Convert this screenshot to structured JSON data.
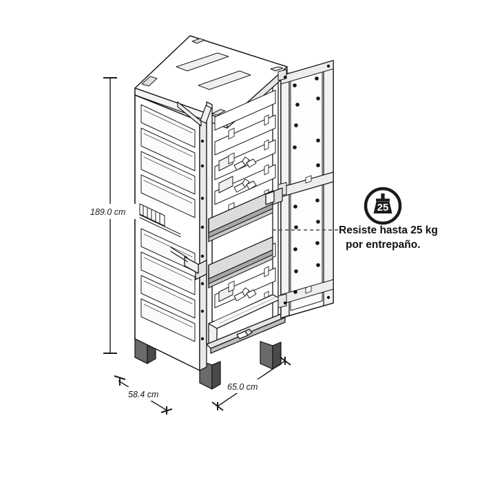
{
  "page": {
    "background_color": "#ffffff",
    "title": "Gabinete organizador - diagrama de dimensiones"
  },
  "product": {
    "type": "tall-storage-cabinet",
    "view": "isometric-exploded-open-doors",
    "line_color": "#1a1a1a",
    "shelf_fill_color": "#dcdcdc",
    "body_fill_color": "#ffffff",
    "foot_fill_color": "#5a5a5a"
  },
  "dimensions": {
    "height": {
      "label": "189.0 cm",
      "orientation": "vertical",
      "position": "left"
    },
    "depth": {
      "label": "58.4 cm",
      "orientation": "diagonal-left",
      "position": "bottom-left"
    },
    "width": {
      "label": "65.0 cm",
      "orientation": "diagonal-right",
      "position": "bottom-right"
    }
  },
  "callout": {
    "badge": {
      "icon_name": "weight-25kg-icon",
      "value": "25",
      "ring_color": "#1a1a1a",
      "fill_color": "#1a1a1a"
    },
    "leader": {
      "style": "dashed",
      "color": "#4a4a4a"
    },
    "text_line1": "Resiste hasta 25 kg",
    "text_line2": "por entrepaño.",
    "color": "#111111"
  }
}
